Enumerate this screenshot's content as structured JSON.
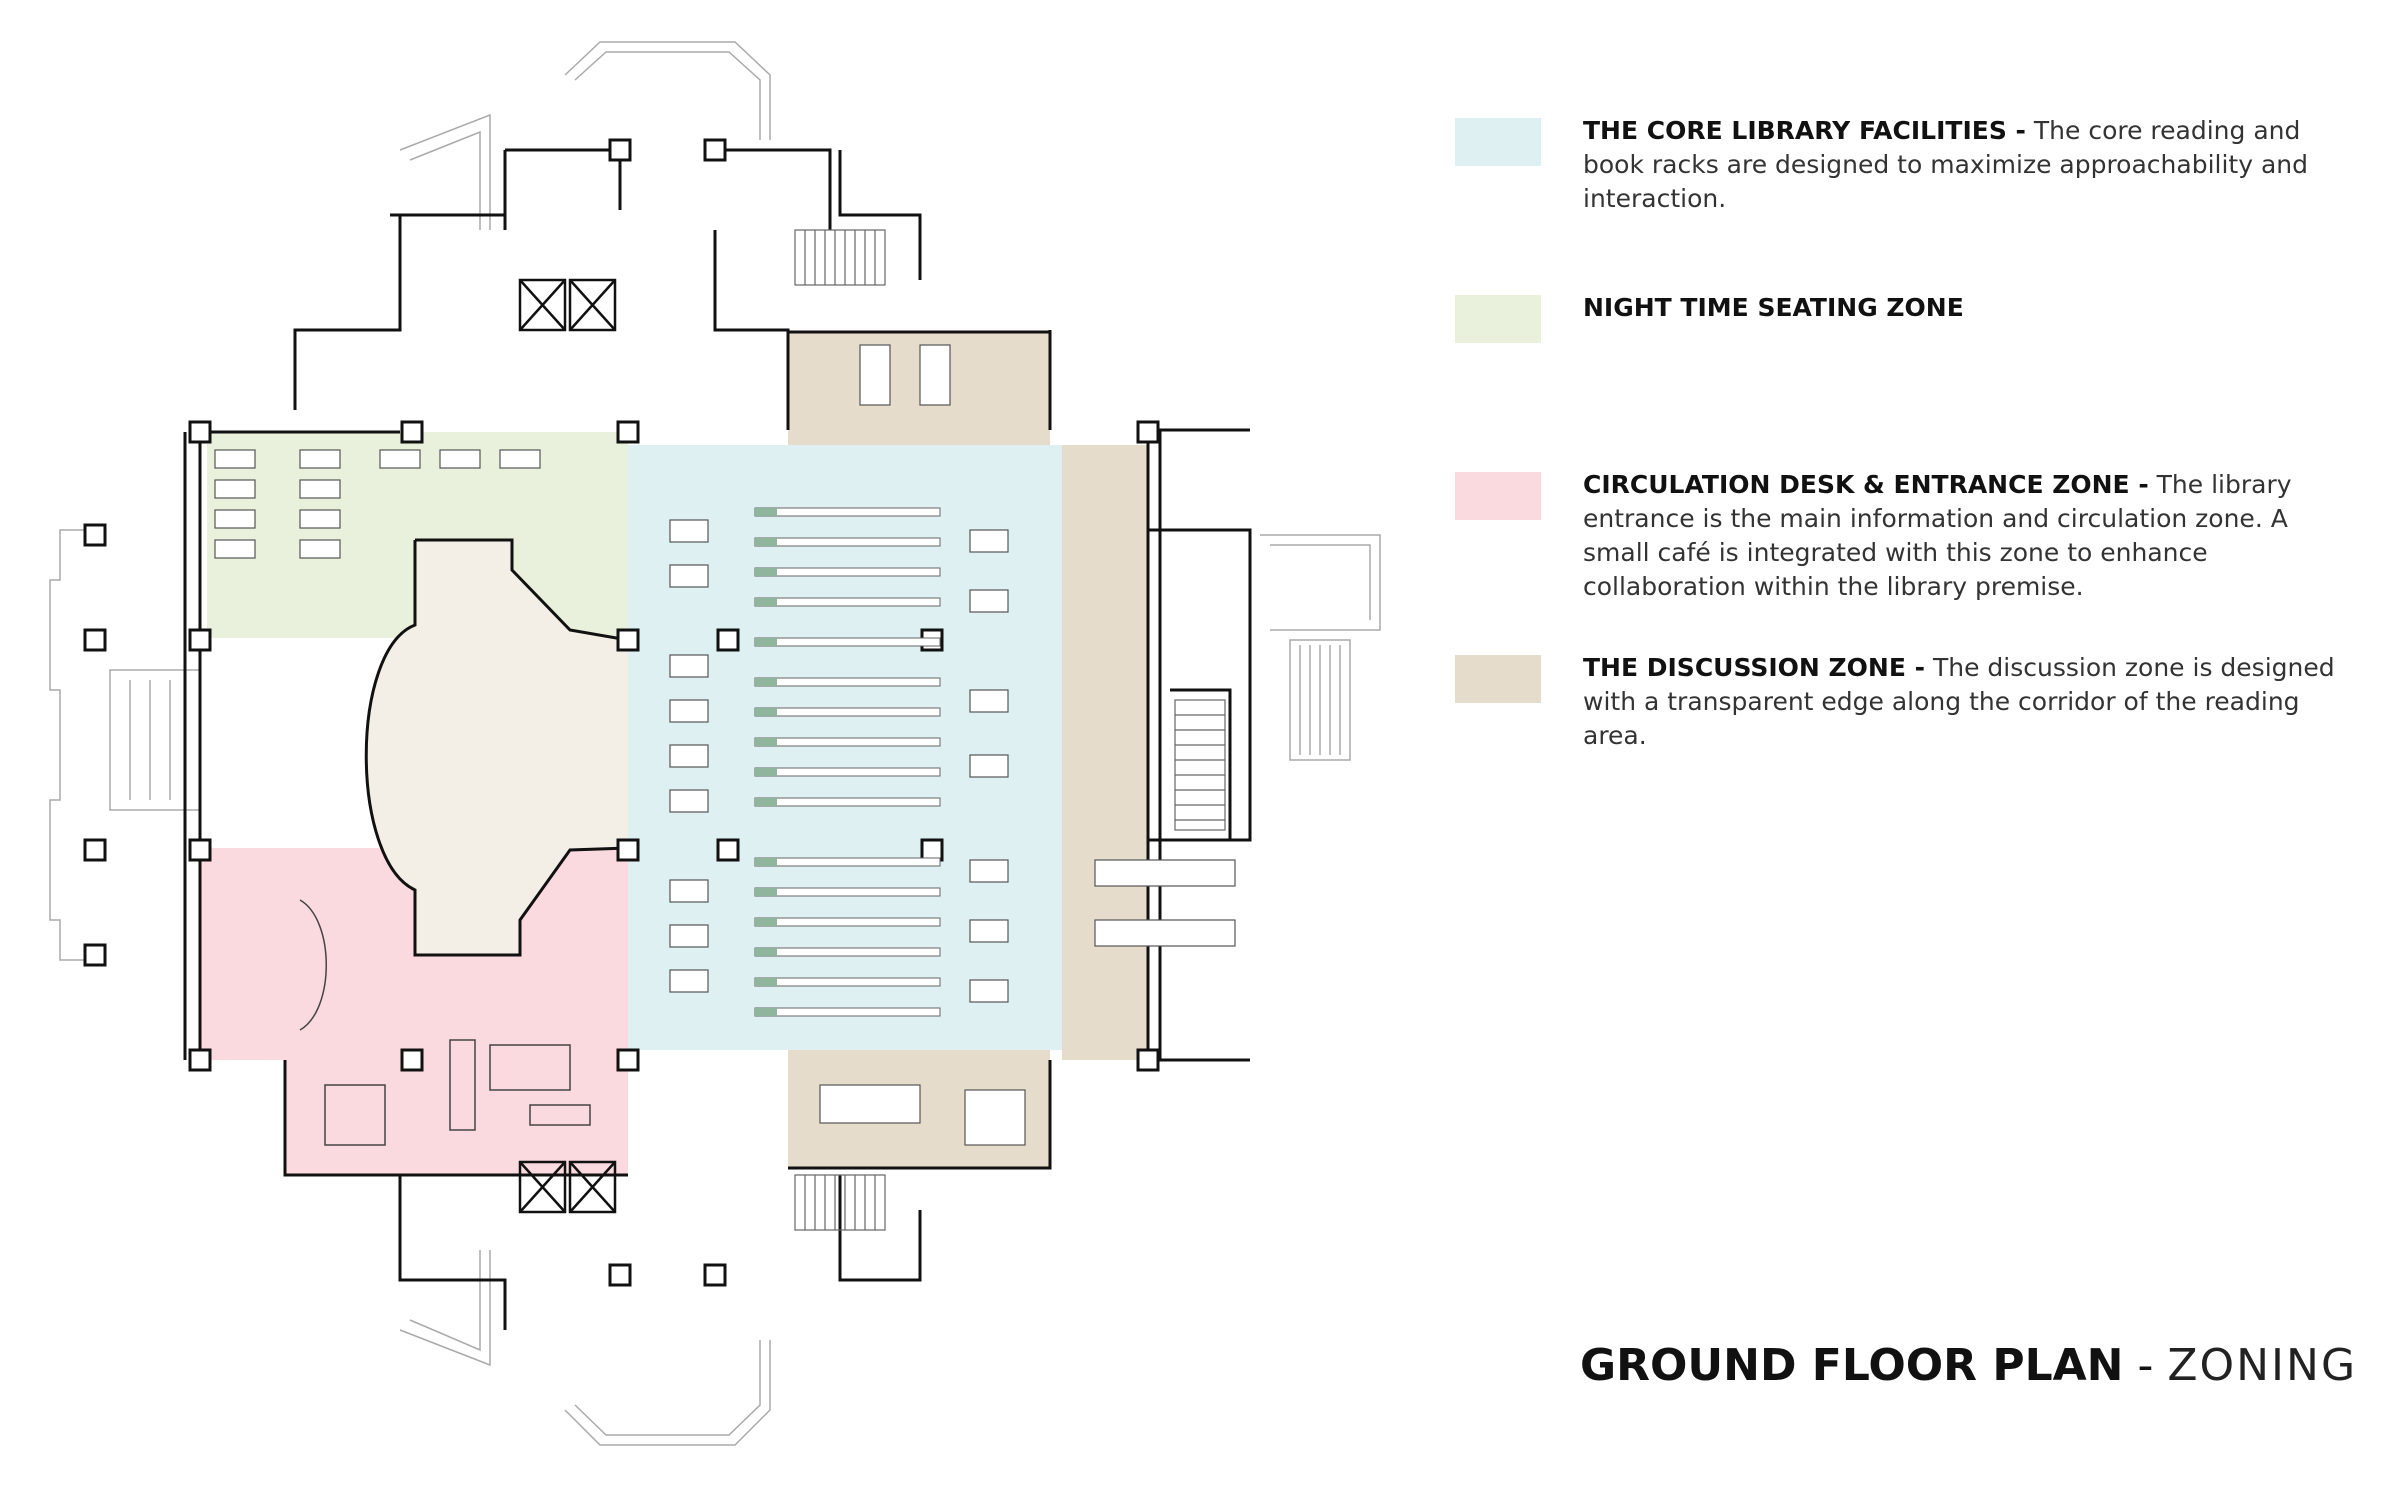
{
  "legend": [
    {
      "title": "THE CORE LIBRARY FACILITIES -",
      "text": "The core reading and book racks are designed to maximize approachability and interaction.",
      "color": "#dff0f3"
    },
    {
      "title": "NIGHT TIME SEATING ZONE",
      "text": "",
      "color": "#e9f1dc"
    },
    {
      "title": "CIRCULATION DESK & ENTRANCE ZONE -",
      "text": "The library entrance is the main information and circulation zone. A small café is integrated with this zone to enhance collaboration within the library premise.",
      "color": "#fbdadf"
    },
    {
      "title": "THE DISCUSSION ZONE  -",
      "text": "The discussion zone is designed with a transparent edge along the corridor of the reading area.",
      "color": "#e6dccb"
    }
  ],
  "footer": {
    "title_bold": "GROUND FLOOR PLAN",
    "title_sep": " - ",
    "title_thin": "ZONING"
  },
  "colors": {
    "core": "#dff0f3",
    "night": "#e9f1dc",
    "circulation": "#fbdadf",
    "discussion": "#e6dccb",
    "atrium": "#f4efe6",
    "wall": "#111111",
    "line": "#555555",
    "rack": "#8fb59d"
  }
}
